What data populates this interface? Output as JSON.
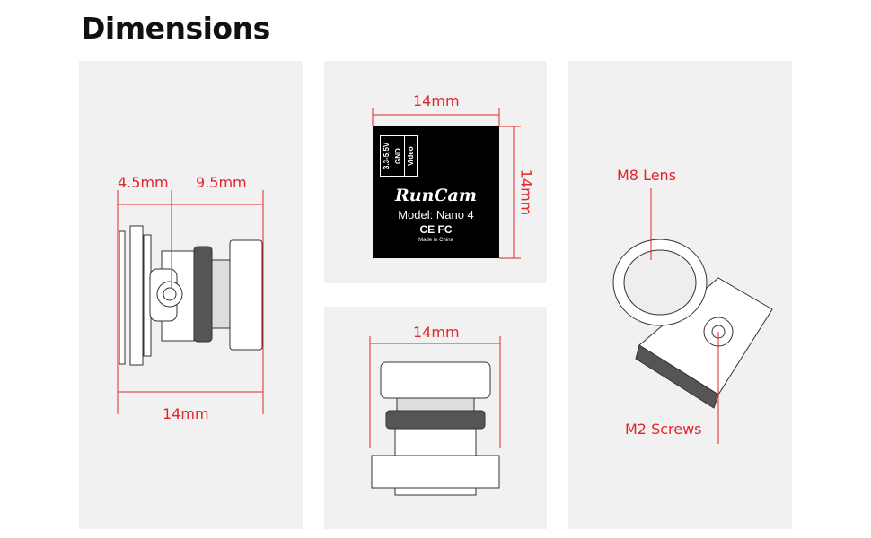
{
  "title": "Dimensions",
  "side_view": {
    "left_dim": "4.5mm",
    "right_dim": "9.5mm",
    "total_dim": "14mm"
  },
  "back_view": {
    "width_dim": "14mm",
    "height_dim": "14mm",
    "label": {
      "pins": [
        "3.3-5.5V",
        "GND",
        "Video"
      ],
      "brand": "RunCam",
      "model": "Model: Nano 4",
      "cert": "CE FC",
      "made": "Made in China"
    }
  },
  "front_view": {
    "width_dim": "14mm"
  },
  "iso_view": {
    "lens_label": "M8 Lens",
    "screw_label": "M2 Screws"
  },
  "colors": {
    "dimension": "#e0262a",
    "panel": "#f1f1f1"
  }
}
